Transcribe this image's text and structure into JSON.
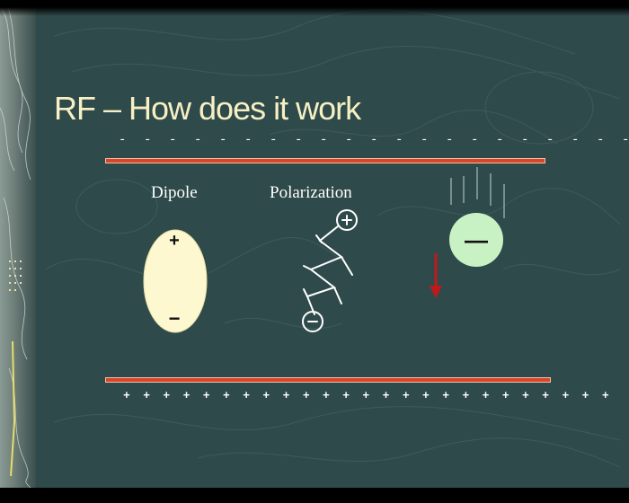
{
  "slide": {
    "title": "RF – How does it work",
    "labels": {
      "dipole": "Dipole",
      "polarization": "Polarization"
    },
    "top_plate_charges": "- - - - - - - - - - - - - - - - - - - - - - - - -",
    "bottom_plate_charges": "+ + + + + + + + + + + + + + + + + + + + + + + + +",
    "dipole_signs": {
      "positive": "+",
      "negative": "−"
    },
    "ion_sign": "—",
    "colors": {
      "background": "#2f4a4a",
      "title": "#f6f0c4",
      "plate": "#d8452b",
      "dipole_fill": "#fdf8cf",
      "ion_fill": "#c9f2c4",
      "arrow": "#c0191b"
    },
    "icons": [
      "dipole-ellipse-icon",
      "polarized-molecule-icon",
      "negative-ion-icon",
      "down-arrow-icon"
    ]
  }
}
